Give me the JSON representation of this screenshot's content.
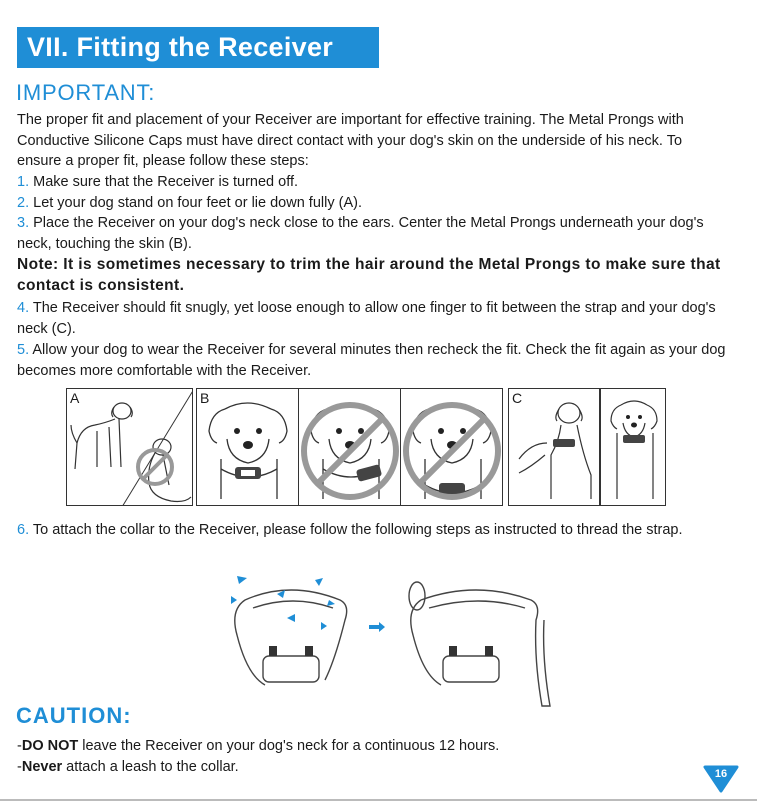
{
  "section_title": "VII. Fitting the Receiver",
  "important": {
    "heading": "IMPORTANT:",
    "intro": "The proper fit and placement of your Receiver are important for effective training. The Metal Prongs with Conductive Silicone Caps must have direct contact with your dog's skin on the underside of his neck. To ensure a proper fit, please follow these steps:",
    "steps": [
      {
        "num": "1.",
        "text": "Make sure that the Receiver is turned off."
      },
      {
        "num": "2.",
        "text": "Let your dog stand on four feet or lie down fully (A)."
      },
      {
        "num": "3.",
        "text": "Place the Receiver on your dog's neck close to the ears. Center the Metal Prongs underneath your dog's neck, touching the skin (B)."
      }
    ],
    "note": "Note: It is sometimes necessary to trim the hair around the Metal Prongs to make sure that contact is consistent.",
    "steps_more": [
      {
        "num": "4.",
        "text": "The Receiver should fit snugly, yet loose enough to allow one finger to fit between the strap and your dog's neck (C)."
      },
      {
        "num": "5.",
        "text": "Allow your dog to wear the Receiver for several minutes then recheck the fit. Check the fit again as your dog becomes more comfortable with the Receiver."
      }
    ],
    "step6": {
      "num": "6.",
      "text": "To attach the collar to the Receiver, please follow the following steps as instructed to thread the strap."
    }
  },
  "figure_labels": {
    "a": "A",
    "b": "B",
    "c": "C"
  },
  "caution": {
    "heading": "CAUTION:",
    "items": [
      {
        "bold": "DO NOT",
        "text": " leave the Receiver on your dog's neck for a continuous 12 hours."
      },
      {
        "bold": "Never",
        "text": " attach a leash to the collar."
      }
    ]
  },
  "page_number": "16",
  "colors": {
    "accent": "#1f8ed6",
    "prohibit_gray": "#999999"
  }
}
